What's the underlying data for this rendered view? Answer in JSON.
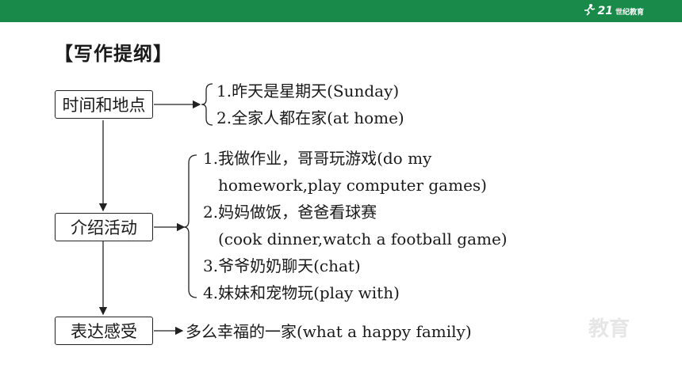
{
  "logo": {
    "mark": "21",
    "text": "世纪教育"
  },
  "heading": "【写作提纲】",
  "nodes": {
    "time_place": "时间和地点",
    "activities": "介绍活动",
    "feelings": "表达感受"
  },
  "time_place_items": {
    "item1": "1.昨天是星期天(Sunday)",
    "item2": "2.全家人都在家(at home)"
  },
  "activity_items": {
    "item1_line1": "1.我做作业，哥哥玩游戏(do my",
    "item1_line2": "homework,play computer games)",
    "item2_line1": "2.妈妈做饭，爸爸看球赛",
    "item2_line2": "(cook dinner,watch a football game)",
    "item3": "3.爷爷奶奶聊天(chat)",
    "item4": "4.妹妹和宠物玩(play with)"
  },
  "feeling_text": "多么幸福的一家(what a happy family)",
  "watermark": "教育"
}
